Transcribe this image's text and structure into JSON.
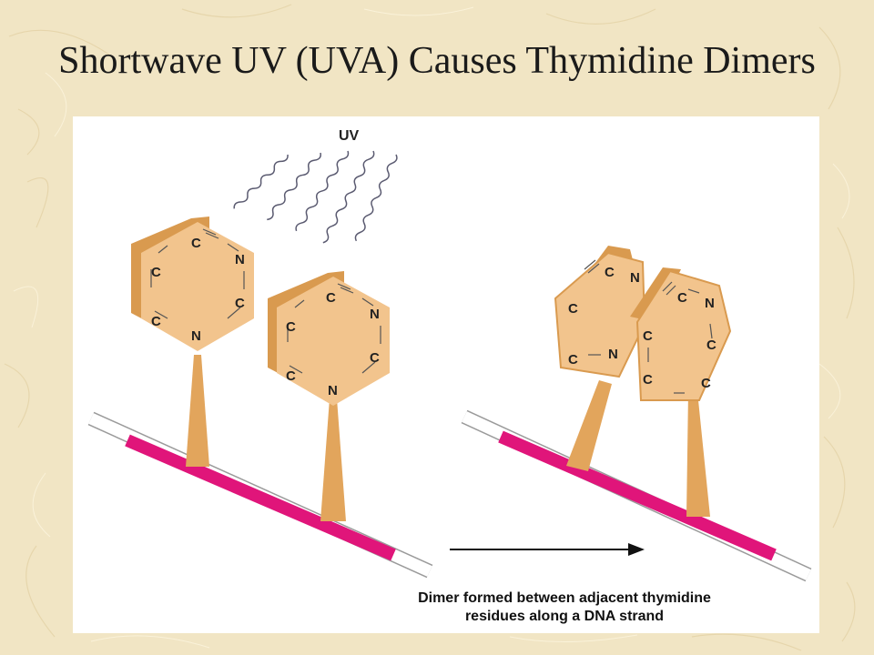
{
  "slide": {
    "title": "Shortwave UV (UVA) Causes Thymidine Dimers"
  },
  "figure": {
    "uv_label": "UV",
    "caption_line1": "Dimer formed between adjacent thymidine",
    "caption_line2": "residues along a DNA strand",
    "atoms": {
      "c": "C",
      "n": "N"
    }
  },
  "colors": {
    "ring_face": "#f2c48d",
    "ring_side": "#d99a4f",
    "stalk": "#e2a55c",
    "strand": "#e0157a",
    "uv_wave": "#5a5a70",
    "background": "#f1e5c4"
  }
}
